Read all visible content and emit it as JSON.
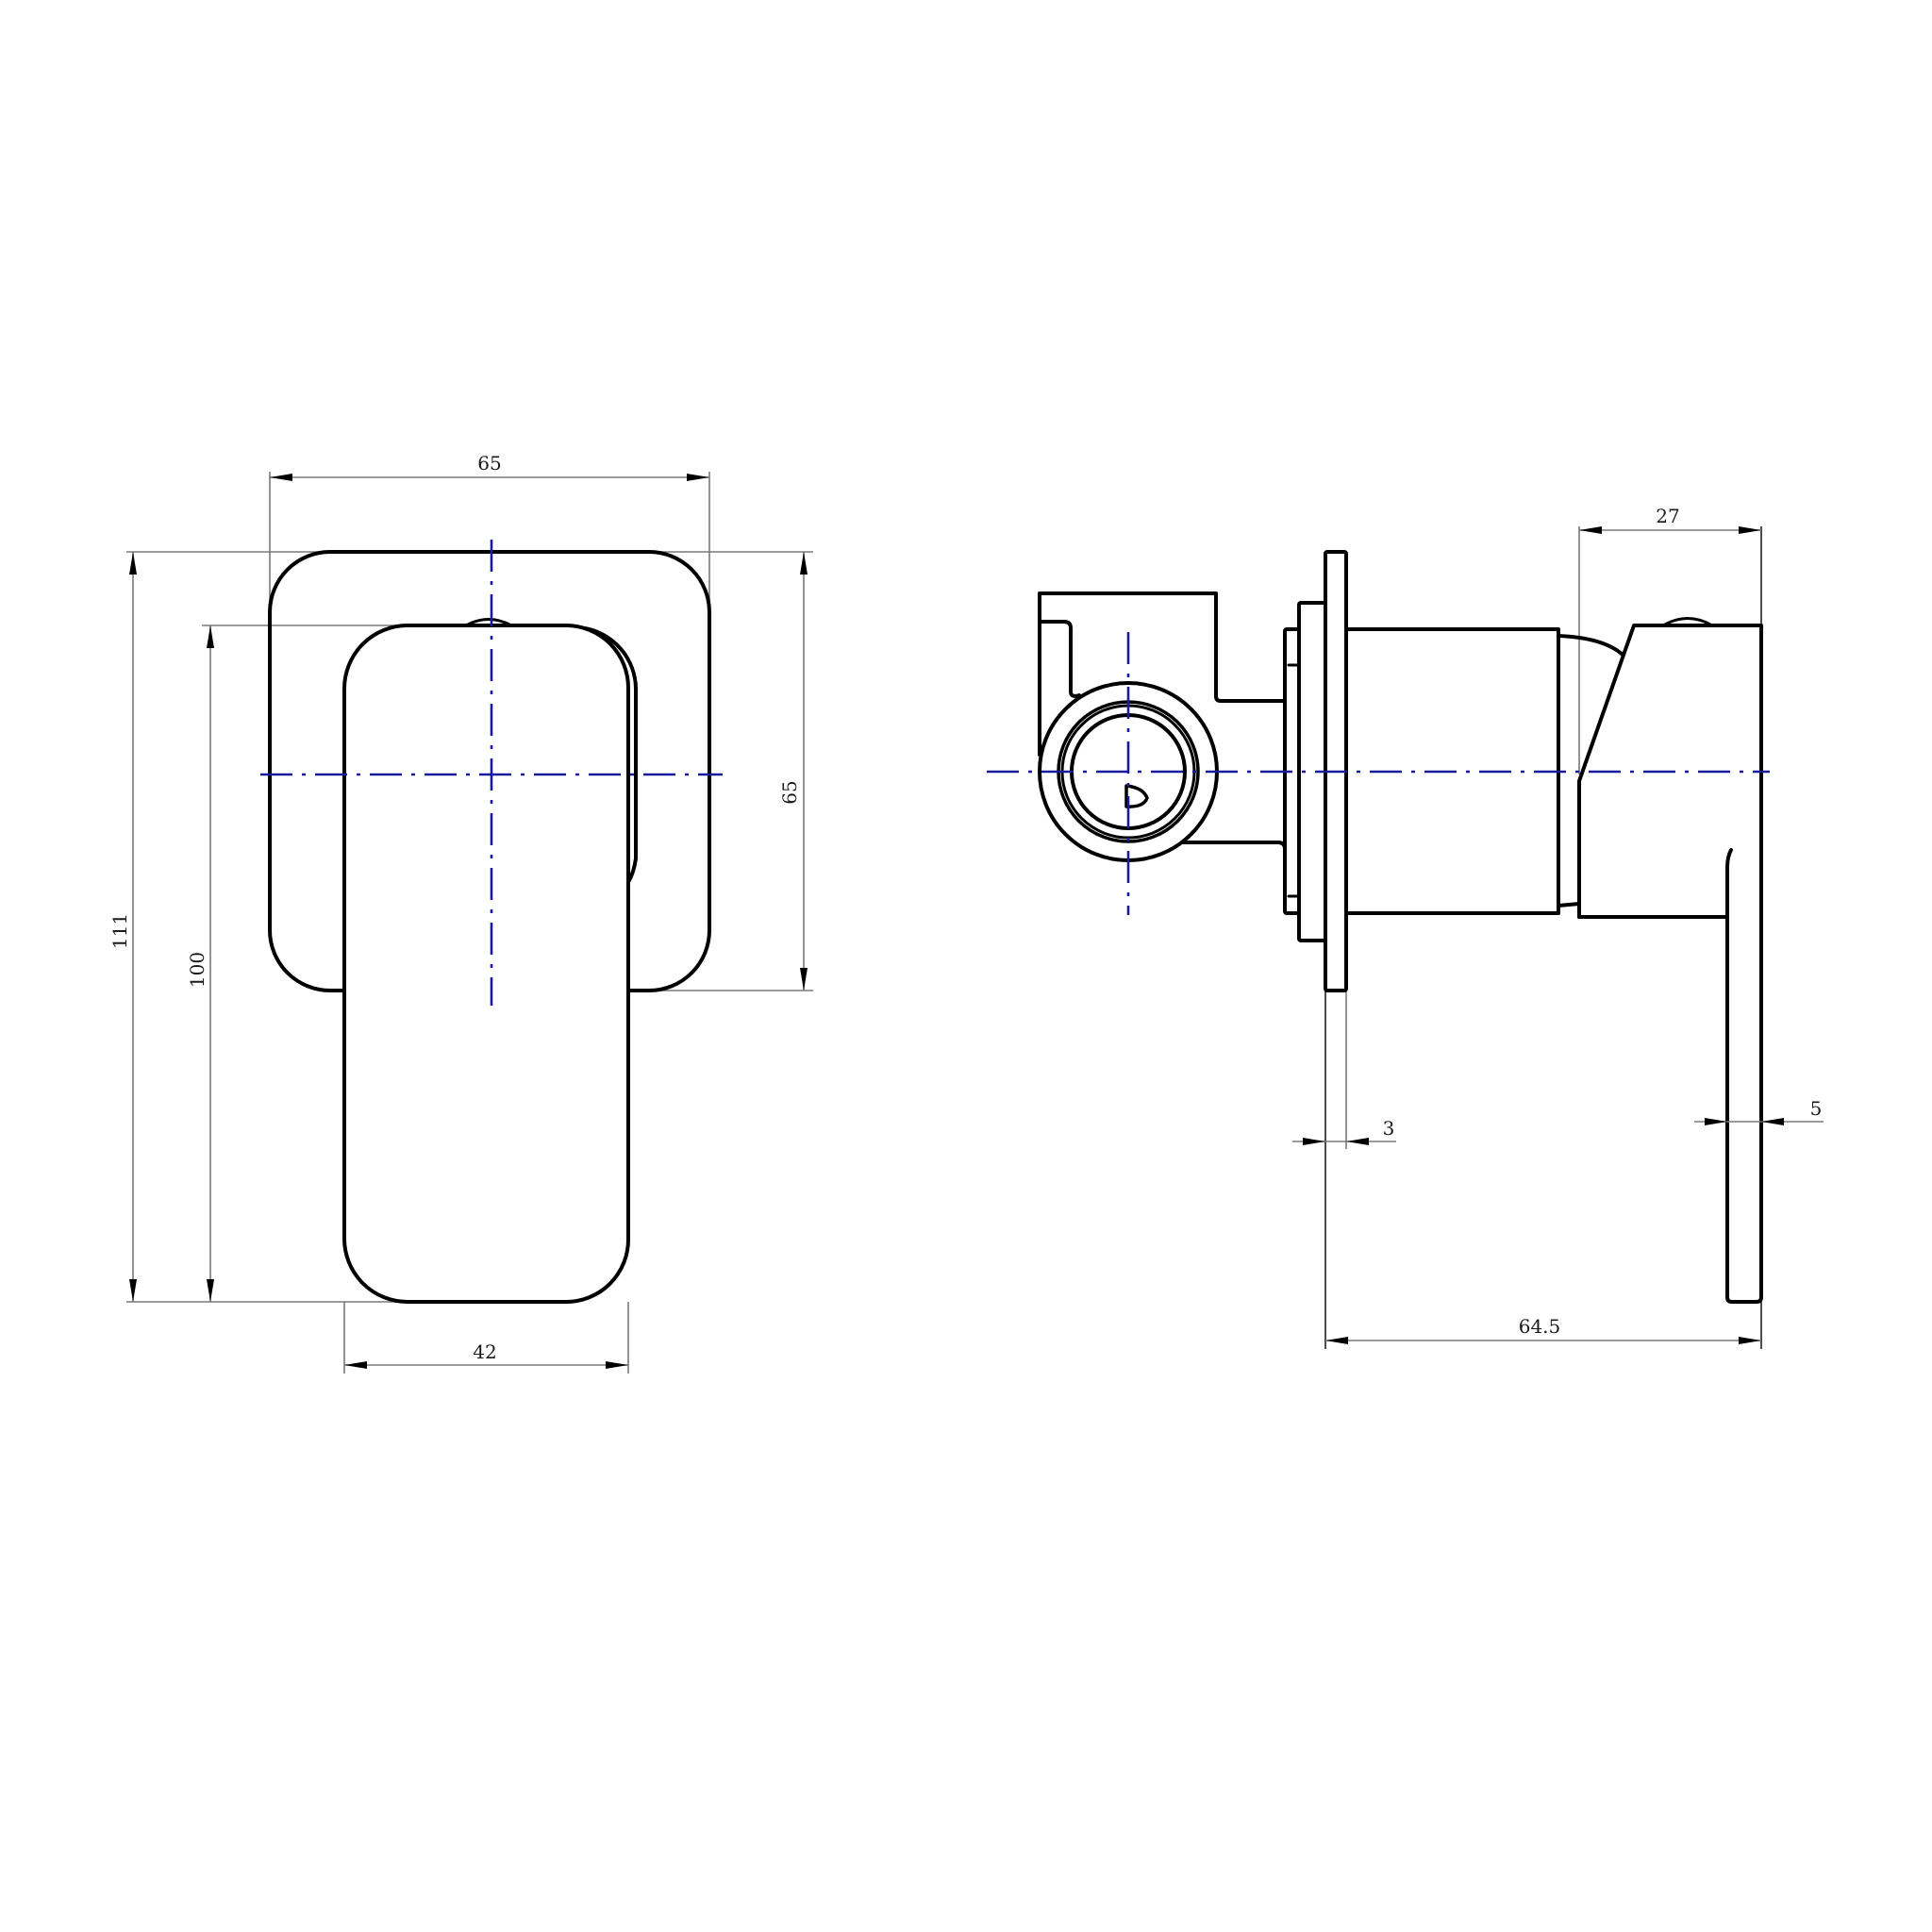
{
  "drawing": {
    "type": "technical-dimension-drawing",
    "subject": "wall mixer",
    "units": "mm",
    "colors": {
      "outline": "#000000",
      "dimension_line": "#7a7a7a",
      "center_line": "#1a1a9c",
      "background": "#ffffff"
    },
    "views": {
      "front": {
        "label": "front-view",
        "dimensions": {
          "plate_width": "65",
          "plate_height": "65",
          "overall_height": "111",
          "handle_height": "100",
          "handle_width": "42"
        }
      },
      "side": {
        "label": "side-view",
        "dimensions": {
          "lever_depth": "27",
          "plate_thickness": "3",
          "lever_thickness": "5",
          "overall_depth": "64.5"
        }
      }
    }
  }
}
